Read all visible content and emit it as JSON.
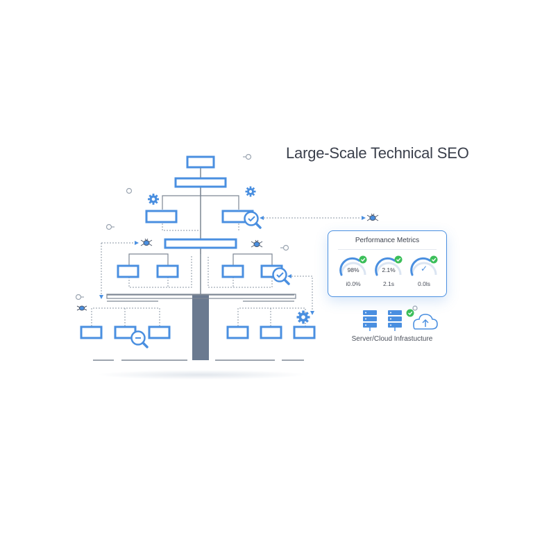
{
  "title": "Large-Scale Technical SEO",
  "metrics": {
    "title": "Performance Metrics",
    "gauges": [
      {
        "value": "98%",
        "sub": "i0.0%",
        "status": "check"
      },
      {
        "value": "2.1%",
        "sub": "2.1s",
        "status": "check"
      },
      {
        "value": "✓",
        "sub": "0.0ls",
        "status": "check"
      }
    ]
  },
  "infrastructure": {
    "label": "Server/Cloud Infrastucture",
    "icons": [
      "server-icon",
      "server-icon",
      "cloud-upload-icon"
    ]
  },
  "colors": {
    "accent": "#4a8fe0",
    "trunk": "#6b7a90",
    "line": "#7d8794",
    "check": "#3cbf5a"
  },
  "icons": [
    "gear-icon",
    "magnifier-check-icon",
    "magnifier-icon",
    "spider-bug-icon",
    "node-circle-icon"
  ]
}
